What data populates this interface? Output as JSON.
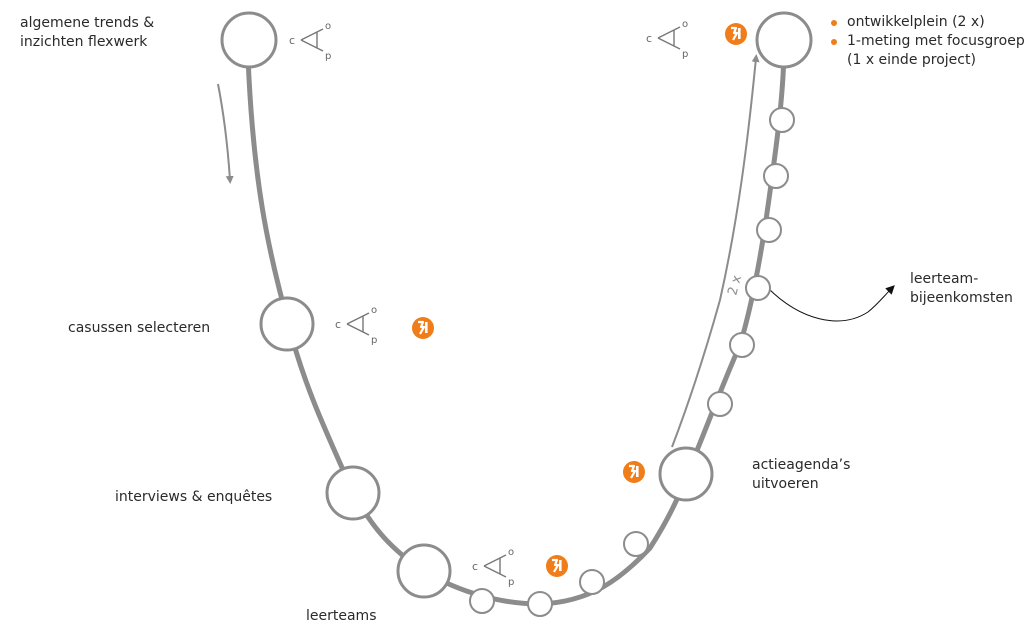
{
  "labels": {
    "trends_line1": "algemene trends &",
    "trends_line2": "inzichten flexwerk",
    "casussen": "casussen selecteren",
    "interviews": "interviews & enquêtes",
    "leerteams": "leerteams",
    "actie_line1": "actieagenda’s",
    "actie_line2": "uitvoeren",
    "bijeen_line1": "leerteam-",
    "bijeen_line2": "bijeenkomsten"
  },
  "bullets": [
    "ontwikkelplein (2 x)",
    "1-meting  met focusgroep (1 x einde project)"
  ],
  "repeat_label": "2 x",
  "cop_letters": {
    "c": "c",
    "o": "o",
    "p": "p"
  },
  "colors": {
    "track": "#8c8c8c",
    "node_stroke": "#8c8c8c",
    "orange": "#f07d1a",
    "text": "#2a2a2a"
  },
  "icons": [
    "cop-triangle-icon",
    "orange-logo-icon",
    "arrow-down-icon",
    "arrow-up-icon",
    "curved-arrow-icon"
  ]
}
